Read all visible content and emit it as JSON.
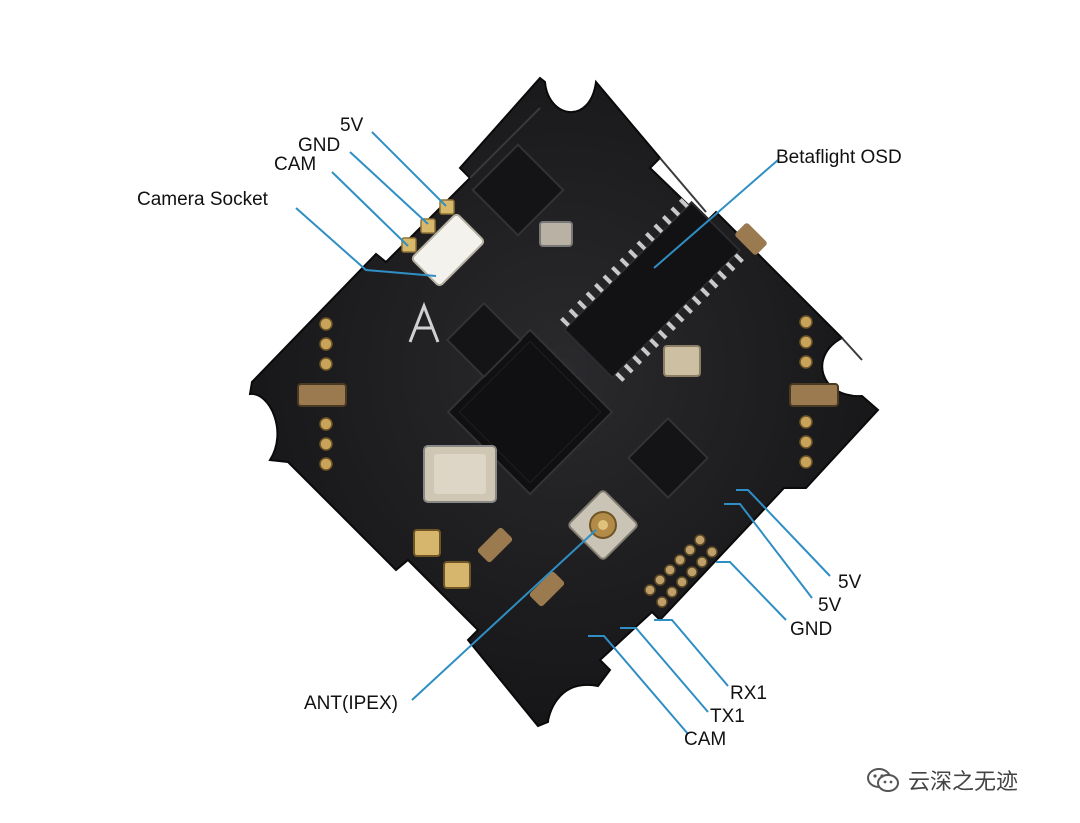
{
  "labels": {
    "top_5v": "5V",
    "top_gnd": "GND",
    "top_cam": "CAM",
    "camera_socket": "Camera Socket",
    "betaflight_osd": "Betaflight OSD",
    "right_5v_a": "5V",
    "right_5v_b": "5V",
    "right_gnd": "GND",
    "rx1": "RX1",
    "tx1": "TX1",
    "bottom_cam": "CAM",
    "ant_ipex": "ANT(IPEX)"
  },
  "watermark": {
    "text": "云深之无迹",
    "icon": "wechat-icon"
  },
  "colors": {
    "board": "#1b1b1d",
    "leader": "#2f8fc4",
    "text": "#111111"
  }
}
